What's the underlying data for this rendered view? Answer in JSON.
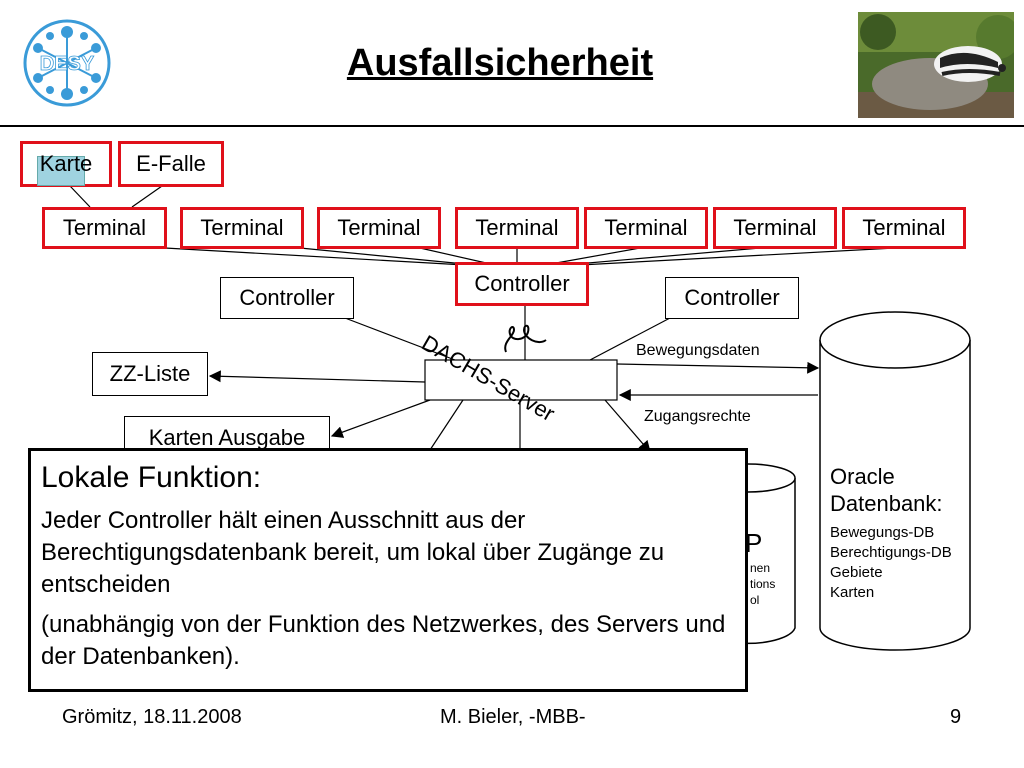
{
  "header": {
    "title": "Ausfallsicherheit",
    "logo_text": "DESY",
    "photo_icon": "badger-photo"
  },
  "diagram": {
    "top_row": [
      {
        "label": "Karte"
      },
      {
        "label": "E-Falle"
      }
    ],
    "terminals": [
      "Terminal",
      "Terminal",
      "Terminal",
      "Terminal",
      "Terminal",
      "Terminal",
      "Terminal"
    ],
    "controllers": {
      "left": "Controller",
      "center": "Controller",
      "right": "Controller"
    },
    "server": {
      "label": "DACHS-Server",
      "icon": "squiggle-icon"
    },
    "side_boxes": {
      "zz_liste": "ZZ-Liste",
      "karten_ausgabe": "Karten Ausgabe"
    },
    "arrows": {
      "bewegungsdaten": "Bewegungsdaten",
      "zugangsrechte": "Zugangsrechte"
    },
    "database": {
      "title_line1": "Oracle",
      "title_line2": "Datenbank:",
      "items": [
        "Bewegungs-DB",
        "Berechtigungs-DB",
        "Gebiete",
        "Karten"
      ]
    },
    "partial_db": {
      "letter": "P",
      "frag1": "nen",
      "frag2": "tions",
      "frag3": "ol"
    }
  },
  "popup": {
    "heading": "Lokale Funktion:",
    "para1": "Jeder Controller hält einen Ausschnitt aus der Berechtigungsdatenbank bereit, um lokal über Zugänge zu entscheiden",
    "para2": "(unabhängig von der Funktion des Netzwerkes, des Servers und der Datenbanken)."
  },
  "footer": {
    "left": "Grömitz, 18.11.2008",
    "center": "M. Bieler, -MBB-",
    "page": "9"
  },
  "colors": {
    "highlight": "#e0101a",
    "logo": "#3a9bd8"
  }
}
